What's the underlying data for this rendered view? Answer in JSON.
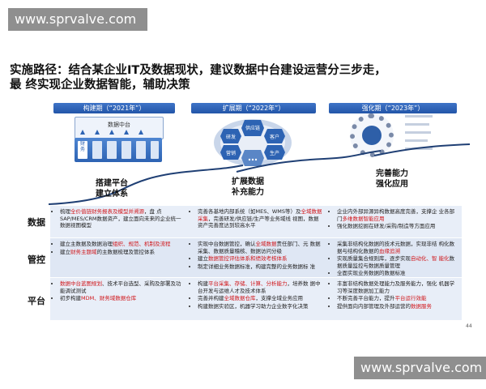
{
  "watermark": {
    "top": "www.sprvalve.com",
    "bottom": "www.sprvalve.com"
  },
  "title": {
    "line1": "实施路径：结合某企业IT及数据现状，建议数据中台建设运营分三步走，",
    "line2": "最 终实现企业数据智能，辅助决策"
  },
  "phases": [
    {
      "header": "构建期（“2021年”）",
      "stage_line1": "搭建平台",
      "stage_line2": "建立体系"
    },
    {
      "header": "扩展期（“2022年”）",
      "stage_line1": "扩展数据",
      "stage_line2": "补充能力"
    },
    {
      "header": "强化期（“2023年”）",
      "stage_line1": "完善能力",
      "stage_line2": "强化应用"
    }
  ],
  "diagram1": {
    "box_label": "数据中台",
    "bar_label_1": "财",
    "bar_label_2": "务"
  },
  "diagram2": {
    "labels": [
      "供应链",
      "研发",
      "客户",
      "营销",
      "生产"
    ]
  },
  "rows": [
    {
      "name": "数据",
      "cells": [
        [
          {
            "pre": "梳理",
            "hl": "全价值链财务报表及模型并溯源",
            "post": "，盘 点SAP/MES/CRM数据资产，建立面向未来的企业统一数据视图模型"
          }
        ],
        [
          {
            "pre": "完善各基地内部系统（如MES、WMS等）及",
            "hl": "全域数据采集",
            "post": "，完善研发/供应链/生产等业务域线 视图，数据资产完善度达到较高水平"
          }
        ],
        [
          {
            "pre": "企业内外部异源异构数据高度完善，支撑企 业各部门",
            "hl": "多维数据智能应用",
            "post": ""
          },
          {
            "pre": "强化数据挖掘在研发/采购/制造等方面应用",
            "hl": "",
            "post": ""
          }
        ]
      ]
    },
    {
      "name": "管控",
      "cells": [
        [
          {
            "pre": "建立主数据及数据治理",
            "hl": "组织、规范、机制及流程",
            "post": ""
          },
          {
            "pre": "建立",
            "hl": "财务主题域",
            "post": "的主数据梳理及管控体系"
          }
        ],
        [
          {
            "pre": "实现中台数据管控，确认",
            "hl": "全域数据",
            "post": "责任部门、元 数据采集、数据质量稽核、数据访问分级"
          },
          {
            "pre": "建立",
            "hl": "数据管控评估体系和绩效考核体系",
            "post": ""
          },
          {
            "pre": "制定详细业务数据标准，构建完整的业务数据标 准",
            "hl": "",
            "post": ""
          }
        ],
        [
          {
            "pre": "采集非结构化数据的技术元数据，实现非结 构化数据与结构化数据的",
            "hl": "血缘追溯",
            "post": ""
          },
          {
            "pre": "实现质量集合规则库，逐步实现",
            "hl": "自动化、智 能化",
            "post": "数据质量监控与数据质量管理"
          },
          {
            "pre": "全面实现业务数据的数据标准",
            "hl": "",
            "post": ""
          }
        ]
      ]
    },
    {
      "name": "平台",
      "cells": [
        [
          {
            "pre": "",
            "hl": "数据中台蓝图规划",
            "post": "、技术平台选型、采购及部署及功能调试测试"
          },
          {
            "pre": "初步构建",
            "hl": "MDM、财务域数据仓库",
            "post": ""
          }
        ],
        [
          {
            "pre": "构建",
            "hl": "平台采集、存储、计算、分析能力",
            "post": "，培养数 据中台开发与运维人才及技术体系"
          },
          {
            "pre": "完善并构建",
            "hl": "全域数据仓库",
            "post": "，支撑全域业务应用"
          },
          {
            "pre": "构建数据实验区，机器学习助力企业数字化决策",
            "hl": "",
            "post": ""
          }
        ],
        [
          {
            "pre": "丰富非结构数据处理能力及服务能力，强化 机器学习等深度数据加工能力",
            "hl": "",
            "post": ""
          },
          {
            "pre": "不断完善平台能力，提升",
            "hl": "平台运行效能",
            "post": ""
          },
          {
            "pre": "提供面向内部管理及外部运营的",
            "hl": "数据服务",
            "post": ""
          }
        ]
      ]
    }
  ],
  "page_number": "44",
  "colors": {
    "primary": "#2d63b3",
    "highlight": "#d0161a",
    "band": "#e8eef8"
  }
}
